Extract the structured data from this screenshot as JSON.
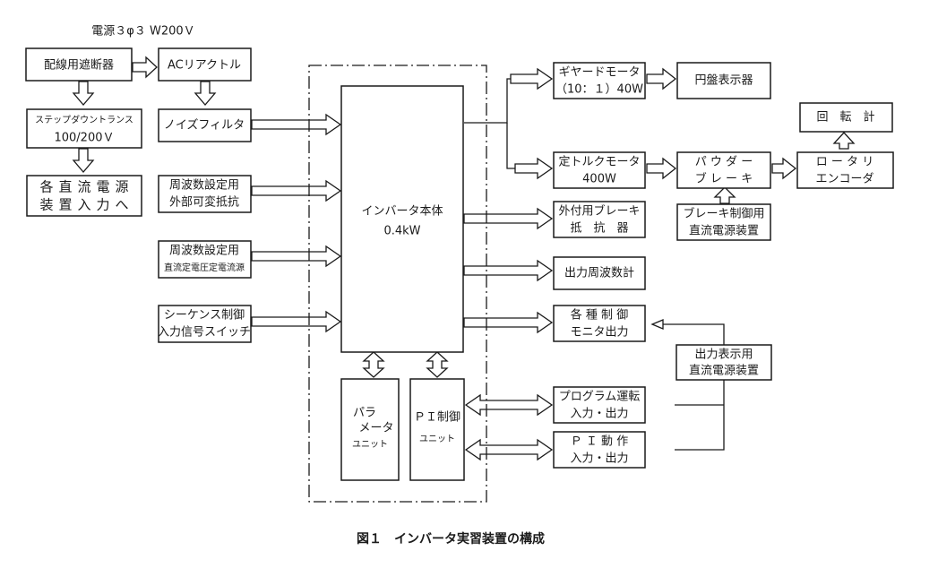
{
  "labels": {
    "power_label": "電源３φ３ W200Ｖ",
    "breaker": "配線用遮断器",
    "ac_reactor": "ACリアクトル",
    "stepdown_1": "ステップダウントランス",
    "stepdown_2": "100/200Ｖ",
    "dc_input_1": "各直流電源",
    "dc_input_2": "装置入力へ",
    "noise_filter": "ノイズフィルタ",
    "freq_ext_1": "周波数設定用",
    "freq_ext_2": "外部可変抵抗",
    "freq_dc_1": "周波数設定用",
    "freq_dc_2": "直流定電圧定電流源",
    "seq_1": "シーケンス制御",
    "seq_2": "入力信号スイッチ",
    "inverter_1": "インバータ本体",
    "inverter_2": "0.4kW",
    "param_1": "パラ",
    "param_2": "メータ",
    "param_3": "ユニット",
    "pi_unit_1": "ＰＩ制御",
    "pi_unit_2": "ユニット",
    "gear_1": "ギヤードモータ",
    "gear_2": "（10：１）40W",
    "disc": "円盤表示器",
    "torque_1": "定トルクモータ",
    "torque_2": "400W",
    "powder_1": "パ ウ ダ ー",
    "powder_2": "ブ レ ー キ",
    "rotary_1": "ロ ー タ リ",
    "rotary_2": "エンコーダ",
    "tachometer": "回　転　計",
    "brake_ctrl_1": "ブレーキ制御用",
    "brake_ctrl_2": "直流電源装置",
    "brake_res_1": "外付用ブレーキ",
    "brake_res_2": "抵　抗　器",
    "freq_meter": "出力周波数計",
    "monitor_1": "各 種 制 御",
    "monitor_2": "モニタ出力",
    "disp_dc_1": "出力表示用",
    "disp_dc_2": "直流電源装置",
    "program_1": "プログラム運転",
    "program_2": "入力・出力",
    "pi_action_1": "Ｐ Ｉ 動 作",
    "pi_action_2": "入力・出力"
  },
  "caption": "図１　インバータ実習装置の構成"
}
